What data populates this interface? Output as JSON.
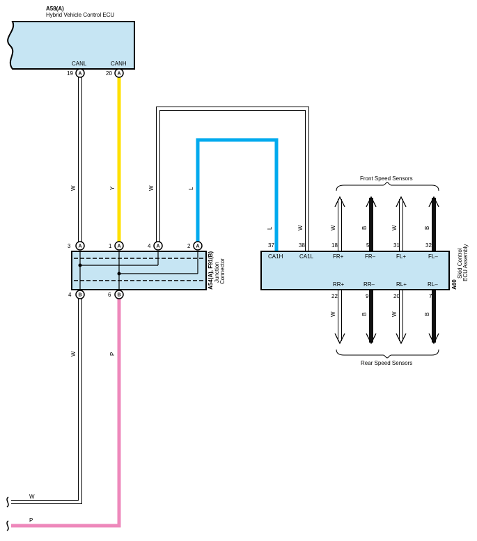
{
  "hybrid_ecu": {
    "code": "A58(A)",
    "name": "Hybrid Vehicle Control ECU",
    "terminals": [
      {
        "name": "CANL",
        "pin": "19",
        "connector": "A"
      },
      {
        "name": "CANH",
        "pin": "20",
        "connector": "A"
      }
    ]
  },
  "junction": {
    "code": "A54(A), F91(B)",
    "name_line1": "Junction",
    "name_line2": "Connector",
    "top_pins": [
      {
        "pin": "3",
        "connector": "A"
      },
      {
        "pin": "1",
        "connector": "A"
      },
      {
        "pin": "4",
        "connector": "A"
      },
      {
        "pin": "2",
        "connector": "A"
      }
    ],
    "bottom_pins": [
      {
        "pin": "4",
        "connector": "B"
      },
      {
        "pin": "6",
        "connector": "B"
      }
    ]
  },
  "skid_ecu": {
    "code": "A60",
    "name_line1": "Skid Control",
    "name_line2": "ECU Assembly",
    "top_terminals": [
      {
        "name": "CA1H",
        "pin": "37"
      },
      {
        "name": "CA1L",
        "pin": "38"
      },
      {
        "name": "FR+",
        "pin": "18"
      },
      {
        "name": "FR–",
        "pin": "5"
      },
      {
        "name": "FL+",
        "pin": "31"
      },
      {
        "name": "FL–",
        "pin": "32"
      }
    ],
    "bottom_terminals": [
      {
        "name": "RR+",
        "pin": "22"
      },
      {
        "name": "RR–",
        "pin": "9"
      },
      {
        "name": "RL+",
        "pin": "20"
      },
      {
        "name": "RL–",
        "pin": "7"
      }
    ]
  },
  "sensors": {
    "front_label": "Front Speed Sensors",
    "rear_label": "Rear Speed Sensors"
  },
  "wire_colors": {
    "canl": "W",
    "canh": "Y",
    "jc_pin4_wire": "W",
    "jc_pin2_wire": "L",
    "skid_ca1h": "L",
    "skid_ca1l": "W",
    "fr_plus": "W",
    "fr_minus": "B",
    "fl_plus": "W",
    "fl_minus": "B",
    "rr_plus": "W",
    "rr_minus": "B",
    "rl_plus": "W",
    "rl_minus": "B",
    "jc_b4": "W",
    "jc_b6": "P",
    "exit_w": "W",
    "exit_p": "P"
  },
  "palette": {
    "yellow": "#ffe000",
    "blue": "#00aaee",
    "pink": "#ee88bb",
    "black": "#111111",
    "ecu_fill": "#c6e5f3"
  }
}
